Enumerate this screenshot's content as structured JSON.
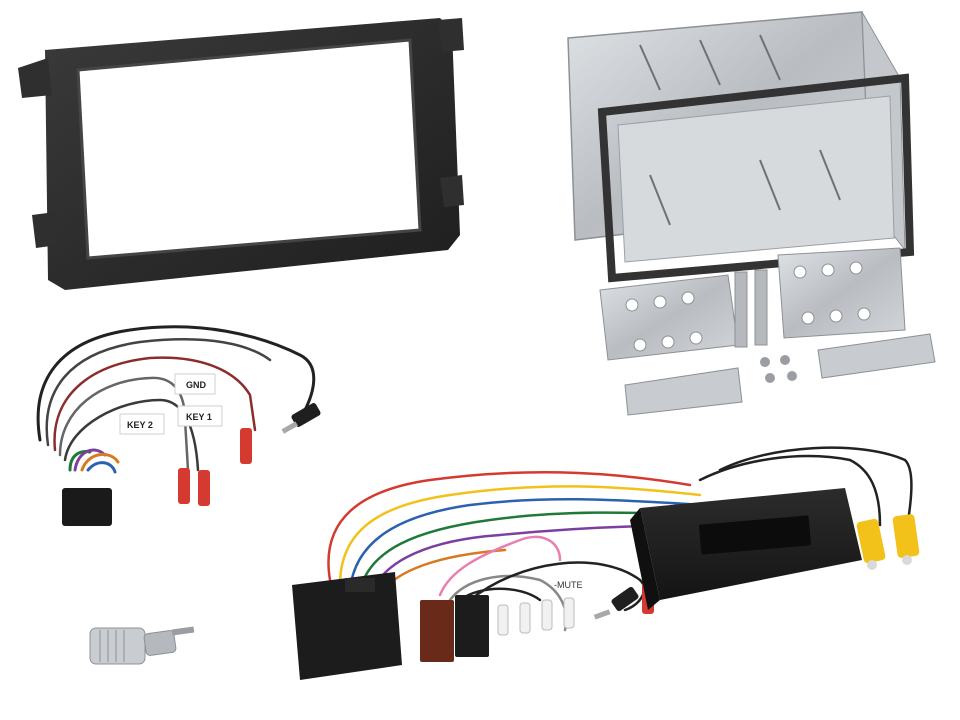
{
  "labels": {
    "gnd": "GND",
    "key1": "KEY 1",
    "key2": "KEY 2",
    "mute": "-MUTE"
  },
  "colors": {
    "background": "#ffffff",
    "fascia": "#2b2b2b",
    "metal": "#c9ccd0",
    "connector_red": "#d43a30",
    "rca_yellow": "#f2c21b",
    "module_black": "#1f1f1f"
  }
}
